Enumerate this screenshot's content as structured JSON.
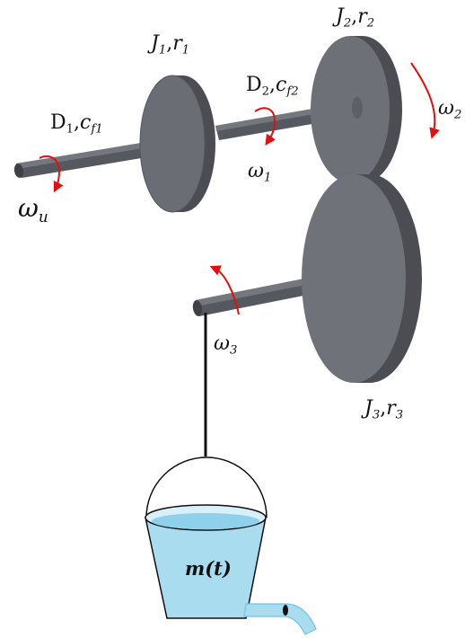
{
  "labels": {
    "disk1": {
      "sym": "J",
      "sub1": "1",
      "sep": ",",
      "sym2": "r",
      "sub2": "1"
    },
    "disk2": {
      "sym": "J",
      "sub1": "2",
      "sep": ",",
      "sym2": "r",
      "sub2": "2"
    },
    "disk3": {
      "sym": "J",
      "sub1": "3",
      "sep": ",",
      "sym2": "r",
      "sub2": "3"
    },
    "shaft1": {
      "sym": "D",
      "sub1": "1",
      "sep": ",",
      "sym2": "c",
      "sub2": "f1"
    },
    "shaft2": {
      "sym": "D",
      "sub1": "2",
      "sep": ",",
      "sym2": "c",
      "sub2": "f2"
    },
    "omega_u": {
      "sym": "ω",
      "sub": "u"
    },
    "omega1": {
      "sym": "ω",
      "sub": "1"
    },
    "omega2": {
      "sym": "ω",
      "sub": "2"
    },
    "omega3": {
      "sym": "ω",
      "sub": "3"
    },
    "mass": "m(t)"
  },
  "colors": {
    "metal_dark": "#4f5157",
    "metal_mid": "#6b6e74",
    "metal_light": "#85888e",
    "arrow": "#e01010",
    "water": "#a9dcef",
    "water_edge": "#6fc3e3",
    "outline": "#111111"
  }
}
